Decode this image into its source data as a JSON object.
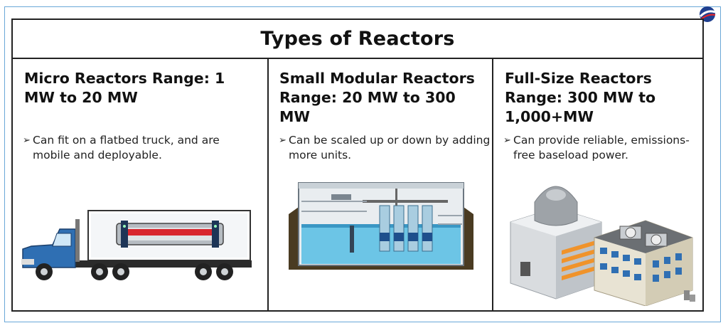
{
  "title": "Types of Reactors",
  "columns": [
    {
      "heading": "Micro Reactors Range: 1 MW to 20 MW",
      "bullet": "Can fit on a flatbed truck, and are mobile and deployable.",
      "illustration": "truck-reactor-icon"
    },
    {
      "heading": "Small Modular Reactors Range: 20 MW to 300 MW",
      "bullet": "Can be scaled up or down by adding more units.",
      "illustration": "modular-plant-icon"
    },
    {
      "heading": "Full-Size Reactors Range: 300 MW to 1,000+MW",
      "bullet": "Can provide reliable, emissions-free baseload power.",
      "illustration": "power-plant-icon"
    }
  ],
  "bullet_marker": "➢",
  "colors": {
    "border": "#222222",
    "outer_frame": "#6aa8d8",
    "truck_blue": "#2f6fb3",
    "water": "#6cc5e6",
    "soil": "#4a3b22",
    "reactor_red": "#d8262e"
  }
}
